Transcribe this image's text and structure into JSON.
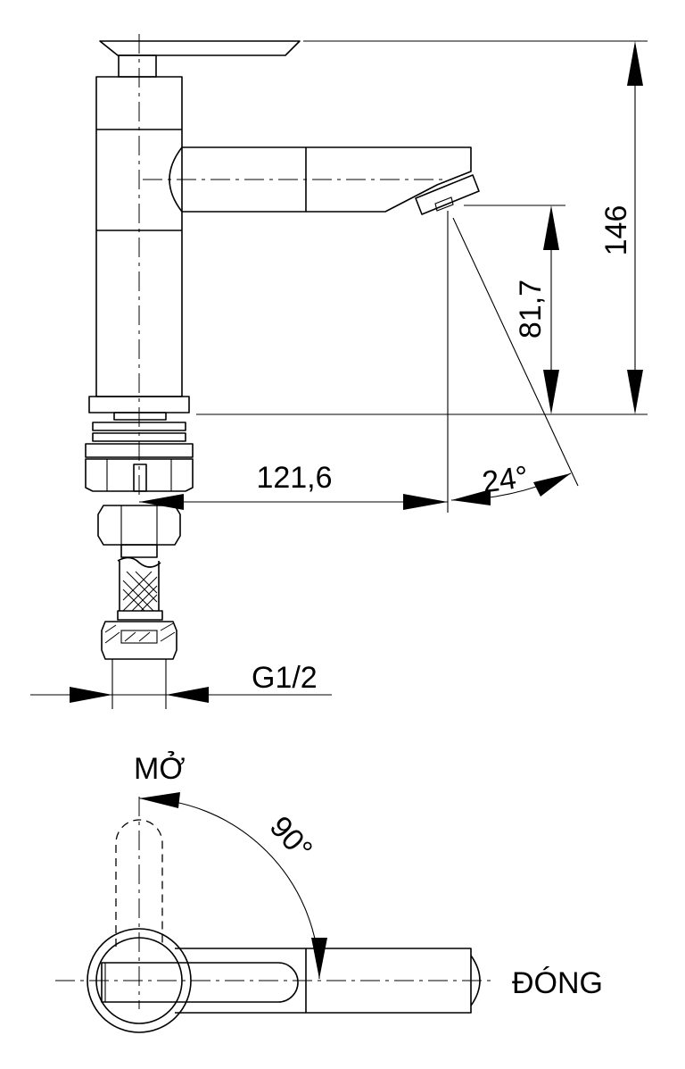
{
  "dimensions": {
    "total_height": "146",
    "spout_height": "81,7",
    "spout_reach": "121,6",
    "spray_angle": "24°",
    "thread_size": "G1/2"
  },
  "handle_positions": {
    "open_label": "MỞ",
    "close_label": "ĐÓNG",
    "rotation_angle": "90°"
  }
}
